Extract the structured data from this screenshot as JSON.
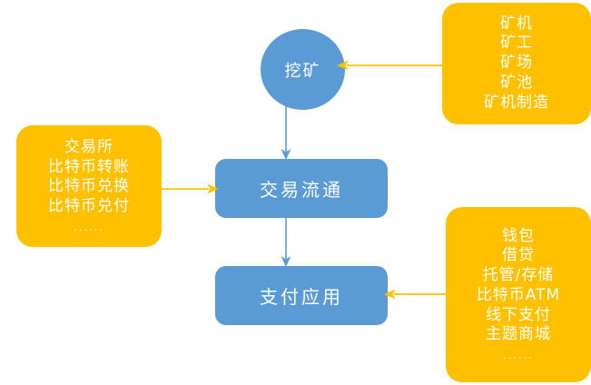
{
  "diagram": {
    "nodes": {
      "mining_circle": {
        "label": "挖矿",
        "color": "#5B9BD5",
        "shape": "ellipse"
      },
      "circulation_box": {
        "label": "交易流通",
        "color": "#5B9BD5",
        "shape": "rounded-rect"
      },
      "payment_box": {
        "label": "支付应用",
        "color": "#5B9BD5",
        "shape": "rounded-rect"
      }
    },
    "notes": {
      "mining": {
        "color": "#FFC000",
        "lines": [
          "矿机",
          "矿工",
          "矿场",
          "矿池",
          "矿机制造"
        ],
        "ellipsis": ""
      },
      "exchange": {
        "color": "#FFC000",
        "lines": [
          "交易所",
          "比特币转账",
          "比特币兑换",
          "比特币兑付"
        ],
        "ellipsis": "......"
      },
      "wallet": {
        "color": "#FFC000",
        "lines": [
          "钱包",
          "借贷",
          "托管/存储",
          "比特币ATM",
          "线下支付",
          "主题商城"
        ],
        "ellipsis": "......"
      }
    },
    "connectors": {
      "mining_to_circulation": {
        "color": "#5B9BD5",
        "direction": "down"
      },
      "circulation_to_payment": {
        "color": "#5B9BD5",
        "direction": "down"
      },
      "mining_note_to_circle": {
        "color": "#FFC000",
        "direction": "left"
      },
      "exchange_to_circulation": {
        "color": "#FFC000",
        "direction": "right"
      },
      "wallet_to_payment": {
        "color": "#FFC000",
        "direction": "left"
      }
    }
  }
}
